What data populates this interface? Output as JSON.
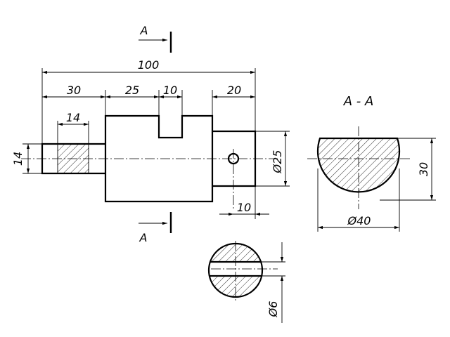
{
  "section_label": "A",
  "section_title": "A - A",
  "dimensions": {
    "overall_length": "100",
    "seg_30": "30",
    "seg_25": "25",
    "seg_10_slot": "10",
    "seg_20": "20",
    "hatch_14": "14",
    "height_14": "14",
    "dia_25": "Ø25",
    "hole_pos_10": "10",
    "dia_40": "Ø40",
    "flat_30": "30",
    "dia_6": "Ø6"
  }
}
